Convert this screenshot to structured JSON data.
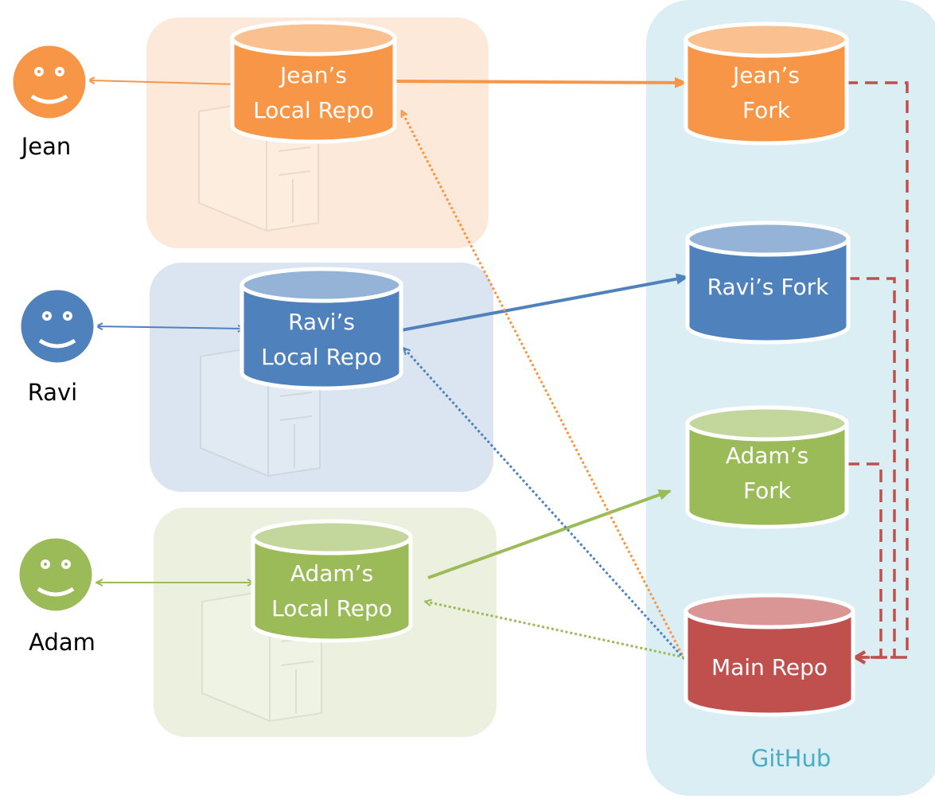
{
  "colors": {
    "jean": "#f79646",
    "jean_light": "#fac090",
    "jean_bg": "#fde9d9",
    "ravi": "#4f81bd",
    "ravi_light": "#95b3d7",
    "ravi_bg": "#dbe5f1",
    "adam": "#9bbb59",
    "adam_light": "#c3d69b",
    "adam_bg": "#ebf1de",
    "main": "#c0504d",
    "main_light": "#d99694",
    "github_bg": "#dbeef4",
    "github_text": "#4bacc6"
  },
  "people": [
    {
      "name": "Jean",
      "icon": "smiley-face-icon"
    },
    {
      "name": "Ravi",
      "icon": "smiley-face-icon"
    },
    {
      "name": "Adam",
      "icon": "smiley-face-icon"
    }
  ],
  "local_repos": [
    {
      "line1": "Jean’s",
      "line2": "Local Repo"
    },
    {
      "line1": "Ravi’s",
      "line2": "Local Repo"
    },
    {
      "line1": "Adam’s",
      "line2": "Local Repo"
    }
  ],
  "forks": [
    {
      "line1": "Jean’s",
      "line2": "Fork"
    },
    {
      "line1": "Ravi’s Fork",
      "line2": ""
    },
    {
      "line1": "Adam’s",
      "line2": "Fork"
    }
  ],
  "main_repo": {
    "label": "Main Repo"
  },
  "github": {
    "label": "GitHub"
  }
}
